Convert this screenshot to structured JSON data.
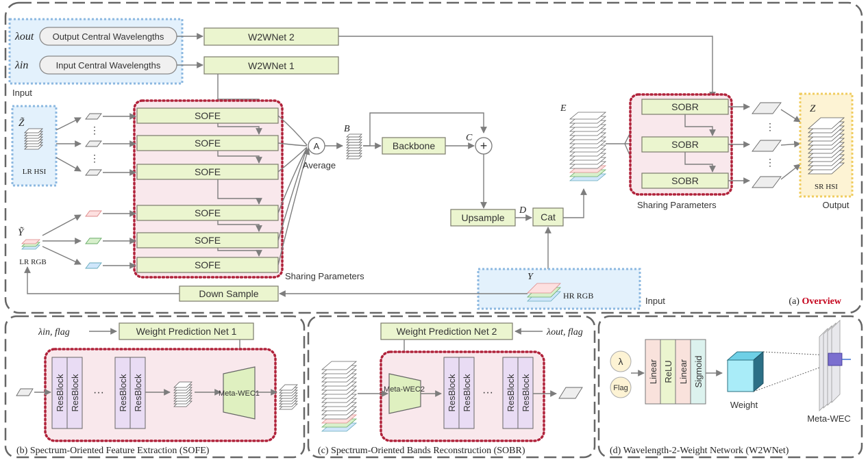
{
  "colors": {
    "box_fill": "#ebf5cf",
    "red_accent": "#c4001a",
    "input_fill": "#e3f1fc",
    "output_fill": "#fdf3d4",
    "pink_region": "#f9e8ec",
    "resblock_fill": "#e9dcf4"
  },
  "overview": {
    "lambda_out": "λout",
    "lambda_in": "λin",
    "output_wl_label": "Output Central Wavelengths",
    "input_wl_label": "Input Central Wavelengths",
    "input_label": "Input",
    "w2wnet2": "W2WNet 2",
    "w2wnet1": "W2WNet 1",
    "z_tilde": "Z̃",
    "lr_hsi": "LR HSI",
    "y_tilde": "Ỹ",
    "lr_rgb": "LR RGB",
    "sofe_blocks": [
      "SOFE",
      "SOFE",
      "SOFE",
      "SOFE",
      "SOFE",
      "SOFE"
    ],
    "dots": "⋮",
    "sharing_left": "Sharing Parameters",
    "average_symbol": "A",
    "average_label": "Average",
    "b_label": "B",
    "backbone": "Backbone",
    "c_label": "C",
    "plus": "+",
    "upsample": "Upsample",
    "d_label": "D",
    "cat": "Cat",
    "e_label": "E",
    "sobr_blocks": [
      "SOBR",
      "SOBR",
      "SOBR"
    ],
    "sharing_right": "Sharing Parameters",
    "z_label": "Z",
    "sr_hsi": "SR HSI",
    "output_label": "Output",
    "down_sample": "Down Sample",
    "y_label": "Y",
    "hr_rgb": "HR RGB",
    "input_label2": "Input",
    "caption_prefix": "(a) ",
    "caption_main": "Overview"
  },
  "sofe_panel": {
    "lambda_flag": "λin, flag",
    "weight_net": "Weight Prediction Net 1",
    "resblock": "ResBlock",
    "ellipsis": "···",
    "meta_wec": "Meta-WEC1",
    "caption": "(b) Spectrum-Oriented Feature Extraction (SOFE)"
  },
  "sobr_panel": {
    "lambda_flag": "λout, flag",
    "weight_net": "Weight Prediction Net 2",
    "resblock": "ResBlock",
    "ellipsis": "···",
    "meta_wec": "Meta-WEC2",
    "caption": "(c) Spectrum-Oriented Bands Reconstruction (SOBR)"
  },
  "w2w_panel": {
    "lambda": "λ",
    "flag": "Flag",
    "linear1": "Linear",
    "relu": "ReLU",
    "linear2": "Linear",
    "sigmoid": "Sigmoid",
    "weight": "Weight",
    "meta_wec": "Meta-WEC",
    "caption": "(d) Wavelength-2-Weight Network (W2WNet)"
  }
}
